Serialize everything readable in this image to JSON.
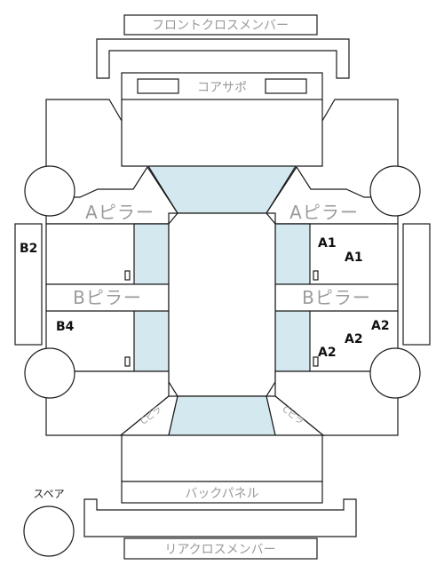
{
  "labels": {
    "front_cross_member": "フロントクロスメンバー",
    "core_support": "コアサポ",
    "a_pillar_left": "Aピラー",
    "a_pillar_right": "Aピラー",
    "b_pillar_left": "Bピラー",
    "b_pillar_right": "Bピラー",
    "back_panel": "バックパネル",
    "rear_cross_member": "リアクロスメンバー",
    "spare": "スペア",
    "c_pillar_left": "Cピラ",
    "c_pillar_right": "Cピラ"
  },
  "marks": {
    "b2": "B2",
    "b4": "B4",
    "a1_front": "A1",
    "a1_door": "A1",
    "a2_outer": "A2",
    "a2_mid": "A2",
    "a2_inner": "A2"
  },
  "colors": {
    "glass": "#d4e9ef",
    "label_gray": "#9a9a9a",
    "outline": "#1a1a1a"
  }
}
